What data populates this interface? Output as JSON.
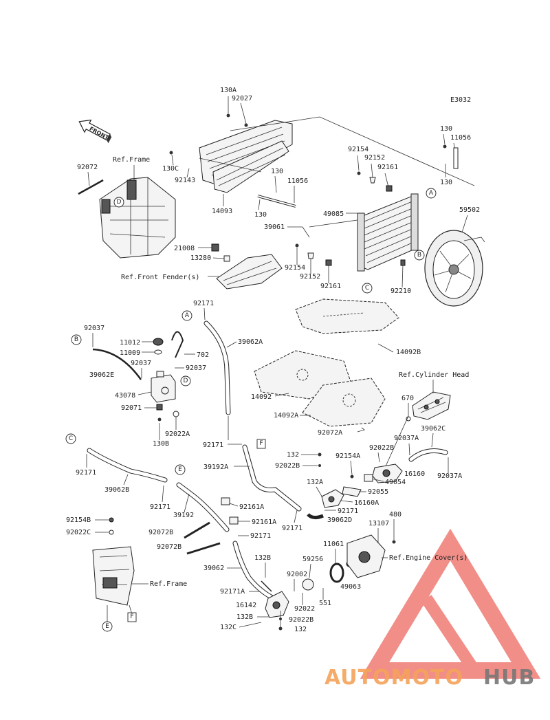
{
  "diagram_code": "E3032",
  "front_arrow_label": "FRONT",
  "reference_labels": {
    "frame_top": "Ref.Frame",
    "front_fender": "Ref.Front Fender(s)",
    "cylinder_head": "Ref.Cylinder Head",
    "engine_cover": "Ref.Engine Cover(s)",
    "frame_bottom": "Ref.Frame"
  },
  "part_numbers": {
    "p130A": "130A",
    "p92027": "92027",
    "p130_tr": "130",
    "p11056_tr": "11056",
    "p92154_a": "92154",
    "p92152_a": "92152",
    "p92161_a": "92161",
    "p130_tr2": "130",
    "p130C": "130C",
    "p92143": "92143",
    "p130_m": "130",
    "p11056_m": "11056",
    "p92072": "92072",
    "p14093": "14093",
    "p130_b": "130",
    "p49085": "49085",
    "p39061": "39061",
    "p59502": "59502",
    "p21008": "21008",
    "p13280": "13280",
    "p92154_b": "92154",
    "p92152_b": "92152",
    "p92161_b": "92161",
    "p92210": "92210",
    "p92171_a": "92171",
    "p39062A": "39062A",
    "p92037_a": "92037",
    "p11012": "11012",
    "p11009": "11009",
    "p702": "702",
    "p92037_b": "92037",
    "p92037_c": "92037",
    "p39062E": "39062E",
    "p43078": "43078",
    "p92071": "92071",
    "p92022A": "92022A",
    "p130B": "130B",
    "p14092B": "14092B",
    "p14092": "14092",
    "p14092A": "14092A",
    "p92072A": "92072A",
    "p670": "670",
    "p39062C": "39062C",
    "p92037A_a": "92037A",
    "p92037A_b": "92037A",
    "p92171_b": "92171",
    "p39192A": "39192A",
    "p132_a": "132",
    "p92022B_a": "92022B",
    "p92022B_b": "92022B",
    "p92154A": "92154A",
    "p16160": "16160",
    "p49054": "49054",
    "p132A": "132A",
    "p92055": "92055",
    "p16160A": "16160A",
    "p92171_c": "92171",
    "p92171_d": "92171",
    "p39062D": "39062D",
    "p92171_e": "92171",
    "p39062B": "39062B",
    "p92171_f": "92171",
    "p39192": "39192",
    "p92161A_a": "92161A",
    "p92161A_b": "92161A",
    "p92154B": "92154B",
    "p92022C": "92022C",
    "p92072B_a": "92072B",
    "p92072B_b": "92072B",
    "p92171_g": "92171",
    "p480": "480",
    "p13107": "13107",
    "p11061": "11061",
    "p59256": "59256",
    "p39062": "39062",
    "p132B_a": "132B",
    "p92002": "92002",
    "p49063": "49063",
    "p92171A": "92171A",
    "p16142": "16142",
    "p92022": "92022",
    "p551": "551",
    "p132B_b": "132B",
    "p92022B_c": "92022B",
    "p132C": "132C",
    "p132_b": "132"
  },
  "callouts": {
    "A": "A",
    "B": "B",
    "C": "C",
    "D": "D",
    "E": "E",
    "F": "F"
  },
  "watermark": {
    "part1": "AUTOMOTO",
    "part2": "HUB",
    "color1": "#f5a35a",
    "color2": "#777777",
    "triangle_color": "#f07b74"
  }
}
